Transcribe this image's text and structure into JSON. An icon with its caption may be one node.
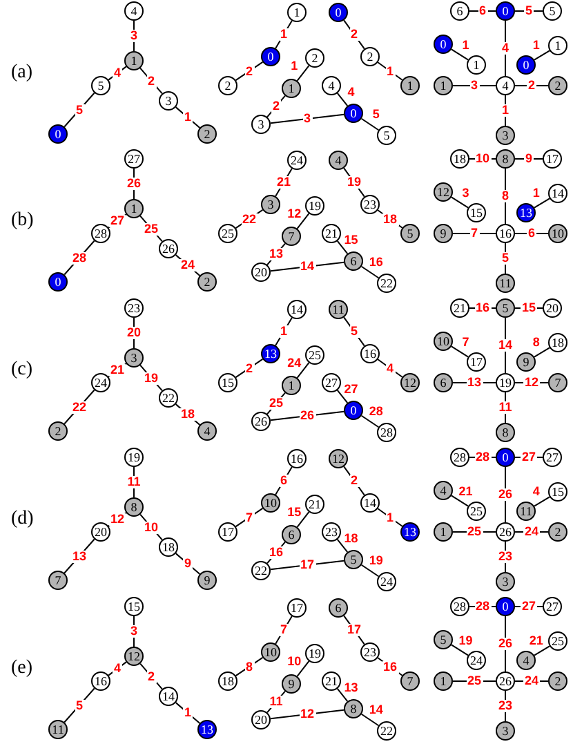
{
  "diagram": {
    "nodes": [
      {
        "text": [
          "4"
        ]
      },
      {
        "text": [
          "1"
        ]
      },
      {
        "text": [
          "5"
        ]
      },
      {
        "text": [
          "0"
        ]
      },
      {
        "text": [
          "3"
        ]
      },
      {
        "text": [
          "2"
        ]
      },
      {
        "text": [
          "1"
        ]
      },
      {
        "text": [
          "0"
        ]
      },
      {
        "text": [
          "2"
        ]
      },
      {
        "text": [
          "0"
        ]
      },
      {
        "text": [
          "2"
        ]
      },
      {
        "text": [
          "1"
        ]
      },
      {
        "text": [
          "2"
        ]
      },
      {
        "text": [
          "1"
        ]
      },
      {
        "text": [
          "3"
        ]
      },
      {
        "text": [
          "4"
        ]
      },
      {
        "text": [
          "0"
        ]
      },
      {
        "text": [
          "5"
        ]
      },
      {
        "text": [
          "6"
        ]
      },
      {
        "text": [
          "0"
        ]
      },
      {
        "text": [
          "5"
        ]
      },
      {
        "text": [
          "0"
        ]
      },
      {
        "text": [
          "1"
        ]
      },
      {
        "text": [
          "0"
        ]
      },
      {
        "text": [
          "1"
        ]
      },
      {
        "text": [
          "1"
        ]
      },
      {
        "text": [
          "4"
        ]
      },
      {
        "text": [
          "2"
        ]
      },
      {
        "text": [
          "3"
        ]
      },
      {
        "text": [
          "27"
        ]
      },
      {
        "text": [
          "1"
        ]
      },
      {
        "text": [
          "28"
        ]
      },
      {
        "text": [
          "0"
        ]
      },
      {
        "text": [
          "26"
        ]
      },
      {
        "text": [
          "2"
        ]
      },
      {
        "text": [
          "24"
        ]
      },
      {
        "text": [
          "3"
        ]
      },
      {
        "text": [
          "25"
        ]
      },
      {
        "text": [
          "4"
        ]
      },
      {
        "text": [
          "23"
        ]
      },
      {
        "text": [
          "5"
        ]
      },
      {
        "text": [
          "19"
        ]
      },
      {
        "text": [
          "7"
        ]
      },
      {
        "text": [
          "20"
        ]
      },
      {
        "text": [
          "21"
        ]
      },
      {
        "text": [
          "6"
        ]
      },
      {
        "text": [
          "22"
        ]
      },
      {
        "text": [
          "18"
        ]
      },
      {
        "text": [
          "8"
        ]
      },
      {
        "text": [
          "17"
        ]
      },
      {
        "text": [
          "12"
        ]
      },
      {
        "text": [
          "15"
        ]
      },
      {
        "text": [
          "13"
        ]
      },
      {
        "text": [
          "14"
        ]
      },
      {
        "text": [
          "9"
        ]
      },
      {
        "text": [
          "16"
        ]
      },
      {
        "text": [
          "10"
        ]
      },
      {
        "text": [
          "11"
        ]
      },
      {
        "text": [
          "23"
        ]
      },
      {
        "text": [
          "3"
        ]
      },
      {
        "text": [
          "24"
        ]
      },
      {
        "text": [
          "2"
        ]
      },
      {
        "text": [
          "22"
        ]
      },
      {
        "text": [
          "4"
        ]
      },
      {
        "text": [
          "14"
        ]
      },
      {
        "text": [
          "13"
        ]
      },
      {
        "text": [
          "15"
        ]
      },
      {
        "text": [
          "11"
        ]
      },
      {
        "text": [
          "16"
        ]
      },
      {
        "text": [
          "12"
        ]
      },
      {
        "text": [
          "25"
        ]
      },
      {
        "text": [
          "1"
        ]
      },
      {
        "text": [
          "26"
        ]
      },
      {
        "text": [
          "27"
        ]
      },
      {
        "text": [
          "0"
        ]
      },
      {
        "text": [
          "28"
        ]
      },
      {
        "text": [
          "21"
        ]
      },
      {
        "text": [
          "5"
        ]
      },
      {
        "text": [
          "20"
        ]
      },
      {
        "text": [
          "10"
        ]
      },
      {
        "text": [
          "17"
        ]
      },
      {
        "text": [
          "9"
        ]
      },
      {
        "text": [
          "18"
        ]
      },
      {
        "text": [
          "6"
        ]
      },
      {
        "text": [
          "19"
        ]
      },
      {
        "text": [
          "7"
        ]
      },
      {
        "text": [
          "8"
        ]
      },
      {
        "text": [
          "19"
        ]
      },
      {
        "text": [
          "8"
        ]
      },
      {
        "text": [
          "20"
        ]
      },
      {
        "text": [
          "7"
        ]
      },
      {
        "text": [
          "18"
        ]
      },
      {
        "text": [
          "9"
        ]
      },
      {
        "text": [
          "16"
        ]
      },
      {
        "text": [
          "10"
        ]
      },
      {
        "text": [
          "17"
        ]
      },
      {
        "text": [
          "12"
        ]
      },
      {
        "text": [
          "14"
        ]
      },
      {
        "text": [
          "13"
        ]
      },
      {
        "text": [
          "21"
        ]
      },
      {
        "text": [
          "6"
        ]
      },
      {
        "text": [
          "22"
        ]
      },
      {
        "text": [
          "23"
        ]
      },
      {
        "text": [
          "5"
        ]
      },
      {
        "text": [
          "24"
        ]
      },
      {
        "text": [
          "28"
        ]
      },
      {
        "text": [
          "0"
        ]
      },
      {
        "text": [
          "27"
        ]
      },
      {
        "text": [
          "4"
        ]
      },
      {
        "text": [
          "25"
        ]
      },
      {
        "text": [
          "11"
        ]
      },
      {
        "text": [
          "15"
        ]
      },
      {
        "text": [
          "1"
        ]
      },
      {
        "text": [
          "26"
        ]
      },
      {
        "text": [
          "2"
        ]
      },
      {
        "text": [
          "3"
        ]
      },
      {
        "text": [
          "15"
        ]
      },
      {
        "text": [
          "12"
        ]
      },
      {
        "text": [
          "16"
        ]
      },
      {
        "text": [
          "11"
        ]
      },
      {
        "text": [
          "14"
        ]
      },
      {
        "text": [
          "13"
        ]
      },
      {
        "text": [
          "17"
        ]
      },
      {
        "text": [
          "10"
        ]
      },
      {
        "text": [
          "18"
        ]
      },
      {
        "text": [
          "6"
        ]
      },
      {
        "text": [
          "23"
        ]
      },
      {
        "text": [
          "7"
        ]
      },
      {
        "text": [
          "19"
        ]
      },
      {
        "text": [
          "9"
        ]
      },
      {
        "text": [
          "20"
        ]
      },
      {
        "text": [
          "21"
        ]
      },
      {
        "text": [
          "8"
        ]
      },
      {
        "text": [
          "22"
        ]
      },
      {
        "text": [
          "28"
        ]
      },
      {
        "text": [
          "0"
        ]
      },
      {
        "text": [
          "27"
        ]
      },
      {
        "text": [
          "5"
        ]
      },
      {
        "text": [
          "24"
        ]
      },
      {
        "text": [
          "4"
        ]
      },
      {
        "text": [
          "25"
        ]
      },
      {
        "text": [
          "1"
        ]
      },
      {
        "text": [
          "26"
        ]
      },
      {
        "text": [
          "2"
        ]
      },
      {
        "text": [
          "3"
        ]
      }
    ],
    "edges": [
      {
        "from": 0,
        "to": 1,
        "arrow": "none",
        "label": "3"
      },
      {
        "from": 1,
        "to": 2,
        "arrow": "none",
        "label": "4"
      },
      {
        "from": 2,
        "to": 3,
        "arrow": "none",
        "label": "5"
      },
      {
        "from": 1,
        "to": 4,
        "arrow": "none",
        "label": "2"
      },
      {
        "from": 4,
        "to": 5,
        "arrow": "none",
        "label": "1"
      },
      {
        "from": 6,
        "to": 7,
        "arrow": "none",
        "label": "1"
      },
      {
        "from": 7,
        "to": 8,
        "arrow": "none",
        "label": "2"
      },
      {
        "from": 9,
        "to": 10,
        "arrow": "none",
        "label": "2"
      },
      {
        "from": 10,
        "to": 11,
        "arrow": "none",
        "label": "1"
      },
      {
        "from": 12,
        "to": 13,
        "arrow": "none",
        "label": "1"
      },
      {
        "from": 13,
        "to": 14,
        "arrow": "none",
        "label": "2"
      },
      {
        "from": 14,
        "to": 16,
        "arrow": "none",
        "label": "3"
      },
      {
        "from": 15,
        "to": 16,
        "arrow": "none",
        "label": "4"
      },
      {
        "from": 16,
        "to": 17,
        "arrow": "none",
        "label": "5"
      },
      {
        "from": 18,
        "to": 19,
        "arrow": "none",
        "label": "6"
      },
      {
        "from": 19,
        "to": 20,
        "arrow": "none",
        "label": "5"
      },
      {
        "from": 21,
        "to": 22,
        "arrow": "none",
        "label": "1"
      },
      {
        "from": 23,
        "to": 24,
        "arrow": "none",
        "label": "1"
      },
      {
        "from": 19,
        "to": 26,
        "arrow": "none",
        "label": "4"
      },
      {
        "from": 25,
        "to": 26,
        "arrow": "none",
        "label": "3"
      },
      {
        "from": 26,
        "to": 27,
        "arrow": "none",
        "label": "2"
      },
      {
        "from": 26,
        "to": 28,
        "arrow": "none",
        "label": "1"
      },
      {
        "from": 29,
        "to": 30,
        "arrow": "none",
        "label": "26"
      },
      {
        "from": 30,
        "to": 31,
        "arrow": "none",
        "label": "27"
      },
      {
        "from": 31,
        "to": 32,
        "arrow": "none",
        "label": "28"
      },
      {
        "from": 30,
        "to": 33,
        "arrow": "none",
        "label": "25"
      },
      {
        "from": 33,
        "to": 34,
        "arrow": "none",
        "label": "24"
      },
      {
        "from": 35,
        "to": 36,
        "arrow": "none",
        "label": "21"
      },
      {
        "from": 36,
        "to": 37,
        "arrow": "none",
        "label": "22"
      },
      {
        "from": 38,
        "to": 39,
        "arrow": "none",
        "label": "19"
      },
      {
        "from": 39,
        "to": 40,
        "arrow": "none",
        "label": "18"
      },
      {
        "from": 41,
        "to": 42,
        "arrow": "none",
        "label": "12"
      },
      {
        "from": 42,
        "to": 43,
        "arrow": "none",
        "label": "13"
      },
      {
        "from": 43,
        "to": 45,
        "arrow": "none",
        "label": "14"
      },
      {
        "from": 44,
        "to": 45,
        "arrow": "none",
        "label": "15"
      },
      {
        "from": 45,
        "to": 46,
        "arrow": "none",
        "label": "16"
      },
      {
        "from": 47,
        "to": 48,
        "arrow": "none",
        "label": "10"
      },
      {
        "from": 48,
        "to": 49,
        "arrow": "none",
        "label": "9"
      },
      {
        "from": 50,
        "to": 51,
        "arrow": "none",
        "label": "3"
      },
      {
        "from": 52,
        "to": 53,
        "arrow": "none",
        "label": "1"
      },
      {
        "from": 48,
        "to": 55,
        "arrow": "none",
        "label": "8"
      },
      {
        "from": 54,
        "to": 55,
        "arrow": "none",
        "label": "7"
      },
      {
        "from": 55,
        "to": 56,
        "arrow": "none",
        "label": "6"
      },
      {
        "from": 55,
        "to": 57,
        "arrow": "none",
        "label": "5"
      },
      {
        "from": 58,
        "to": 59,
        "arrow": "none",
        "label": "20"
      },
      {
        "from": 59,
        "to": 60,
        "arrow": "none",
        "label": "21"
      },
      {
        "from": 60,
        "to": 61,
        "arrow": "none",
        "label": "22"
      },
      {
        "from": 59,
        "to": 62,
        "arrow": "none",
        "label": "19"
      },
      {
        "from": 62,
        "to": 63,
        "arrow": "none",
        "label": "18"
      },
      {
        "from": 64,
        "to": 65,
        "arrow": "none",
        "label": "1"
      },
      {
        "from": 65,
        "to": 66,
        "arrow": "none",
        "label": "2"
      },
      {
        "from": 67,
        "to": 68,
        "arrow": "none",
        "label": "5"
      },
      {
        "from": 68,
        "to": 69,
        "arrow": "none",
        "label": "4"
      },
      {
        "from": 70,
        "to": 71,
        "arrow": "none",
        "label": "24"
      },
      {
        "from": 71,
        "to": 72,
        "arrow": "none",
        "label": "25"
      },
      {
        "from": 72,
        "to": 74,
        "arrow": "none",
        "label": "26"
      },
      {
        "from": 73,
        "to": 74,
        "arrow": "none",
        "label": "27"
      },
      {
        "from": 74,
        "to": 75,
        "arrow": "none",
        "label": "28"
      },
      {
        "from": 76,
        "to": 77,
        "arrow": "none",
        "label": "16"
      },
      {
        "from": 77,
        "to": 78,
        "arrow": "none",
        "label": "15"
      },
      {
        "from": 79,
        "to": 80,
        "arrow": "none",
        "label": "7"
      },
      {
        "from": 81,
        "to": 82,
        "arrow": "none",
        "label": "8"
      },
      {
        "from": 77,
        "to": 84,
        "arrow": "none",
        "label": "14"
      },
      {
        "from": 83,
        "to": 84,
        "arrow": "none",
        "label": "13"
      },
      {
        "from": 84,
        "to": 85,
        "arrow": "none",
        "label": "12"
      },
      {
        "from": 84,
        "to": 86,
        "arrow": "none",
        "label": "11"
      },
      {
        "from": 87,
        "to": 88,
        "arrow": "none",
        "label": "11"
      },
      {
        "from": 88,
        "to": 89,
        "arrow": "none",
        "label": "12"
      },
      {
        "from": 89,
        "to": 90,
        "arrow": "none",
        "label": "13"
      },
      {
        "from": 88,
        "to": 91,
        "arrow": "none",
        "label": "10"
      },
      {
        "from": 91,
        "to": 92,
        "arrow": "none",
        "label": "9"
      },
      {
        "from": 93,
        "to": 94,
        "arrow": "none",
        "label": "6"
      },
      {
        "from": 94,
        "to": 95,
        "arrow": "none",
        "label": "7"
      },
      {
        "from": 96,
        "to": 97,
        "arrow": "none",
        "label": "2"
      },
      {
        "from": 97,
        "to": 98,
        "arrow": "none",
        "label": "1"
      },
      {
        "from": 99,
        "to": 100,
        "arrow": "none",
        "label": "15"
      },
      {
        "from": 100,
        "to": 101,
        "arrow": "none",
        "label": "16"
      },
      {
        "from": 101,
        "to": 103,
        "arrow": "none",
        "label": "17"
      },
      {
        "from": 102,
        "to": 103,
        "arrow": "none",
        "label": "18"
      },
      {
        "from": 103,
        "to": 104,
        "arrow": "none",
        "label": "19"
      },
      {
        "from": 105,
        "to": 106,
        "arrow": "none",
        "label": "28"
      },
      {
        "from": 106,
        "to": 107,
        "arrow": "none",
        "label": "27"
      },
      {
        "from": 108,
        "to": 109,
        "arrow": "none",
        "label": "21"
      },
      {
        "from": 110,
        "to": 111,
        "arrow": "none",
        "label": "4"
      },
      {
        "from": 106,
        "to": 113,
        "arrow": "none",
        "label": "26"
      },
      {
        "from": 112,
        "to": 113,
        "arrow": "none",
        "label": "25"
      },
      {
        "from": 113,
        "to": 114,
        "arrow": "none",
        "label": "24"
      },
      {
        "from": 113,
        "to": 115,
        "arrow": "none",
        "label": "23"
      },
      {
        "from": 116,
        "to": 117,
        "arrow": "none",
        "label": "3"
      },
      {
        "from": 117,
        "to": 118,
        "arrow": "none",
        "label": "4"
      },
      {
        "from": 118,
        "to": 119,
        "arrow": "none",
        "label": "5"
      },
      {
        "from": 117,
        "to": 120,
        "arrow": "none",
        "label": "2"
      },
      {
        "from": 120,
        "to": 121,
        "arrow": "none",
        "label": "1"
      },
      {
        "from": 122,
        "to": 123,
        "arrow": "none",
        "label": "7"
      },
      {
        "from": 123,
        "to": 124,
        "arrow": "none",
        "label": "8"
      },
      {
        "from": 125,
        "to": 126,
        "arrow": "none",
        "label": "17"
      },
      {
        "from": 126,
        "to": 127,
        "arrow": "none",
        "label": "16"
      },
      {
        "from": 128,
        "to": 129,
        "arrow": "none",
        "label": "10"
      },
      {
        "from": 129,
        "to": 130,
        "arrow": "none",
        "label": "11"
      },
      {
        "from": 130,
        "to": 132,
        "arrow": "none",
        "label": "12"
      },
      {
        "from": 131,
        "to": 132,
        "arrow": "none",
        "label": "13"
      },
      {
        "from": 132,
        "to": 133,
        "arrow": "none",
        "label": "14"
      },
      {
        "from": 134,
        "to": 135,
        "arrow": "none",
        "label": "28"
      },
      {
        "from": 135,
        "to": 136,
        "arrow": "none",
        "label": "27"
      },
      {
        "from": 137,
        "to": 138,
        "arrow": "none",
        "label": "19"
      },
      {
        "from": 139,
        "to": 140,
        "arrow": "none",
        "label": "21"
      },
      {
        "from": 135,
        "to": 142,
        "arrow": "none",
        "label": "26"
      },
      {
        "from": 141,
        "to": 142,
        "arrow": "none",
        "label": "25"
      },
      {
        "from": 142,
        "to": 143,
        "arrow": "none",
        "label": "24"
      },
      {
        "from": 142,
        "to": 144,
        "arrow": "none",
        "label": "23"
      }
    ],
    "labels": [
      "(a)",
      "(b)",
      "(c)",
      "(d)",
      "(e)"
    ]
  }
}
